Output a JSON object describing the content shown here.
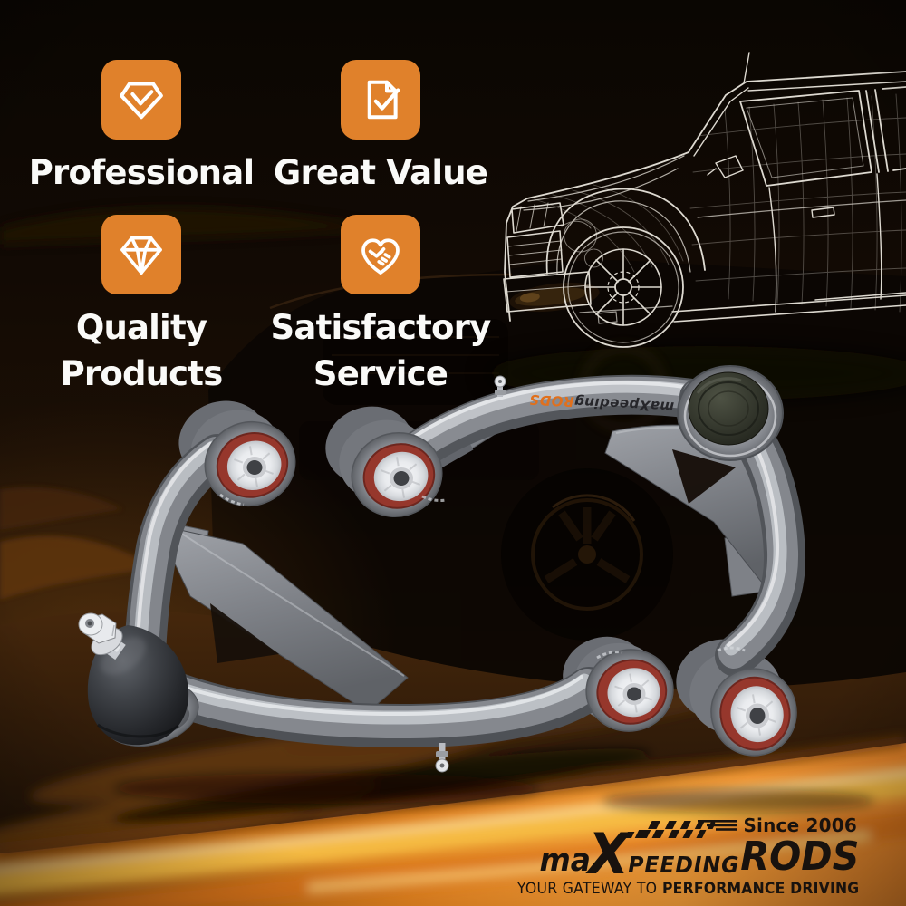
{
  "colors": {
    "accent_orange": "#E0812B",
    "sticker_orange": "#E0701D",
    "logo_black": "#18120E",
    "band_gold": "#F5A93F",
    "metal_gray": "#8A8D92",
    "bushing_red": "#96372C",
    "background_brown": "#3A2008",
    "text_white": "#FAFAF8"
  },
  "badges": [
    {
      "icon": "diamond-check-icon",
      "lines": [
        "Professional"
      ]
    },
    {
      "icon": "document-check-icon",
      "lines": [
        "Great Value"
      ]
    },
    {
      "icon": "diamond-icon",
      "lines": [
        "Quality",
        "Products"
      ]
    },
    {
      "icon": "heart-handshake-icon",
      "lines": [
        "Satisfactory",
        "Service"
      ]
    }
  ],
  "product": {
    "sticker_prefix": "maXpeeding",
    "sticker_suffix": "RODS"
  },
  "logo": {
    "since": "Since 2006",
    "word_ma": "ma",
    "word_x": "X",
    "word_peeding": "peeding",
    "word_rods": "RODS",
    "tagline_regular": "YOUR GATEWAY TO",
    "tagline_bold": "PERFORMANCE DRIVING"
  }
}
